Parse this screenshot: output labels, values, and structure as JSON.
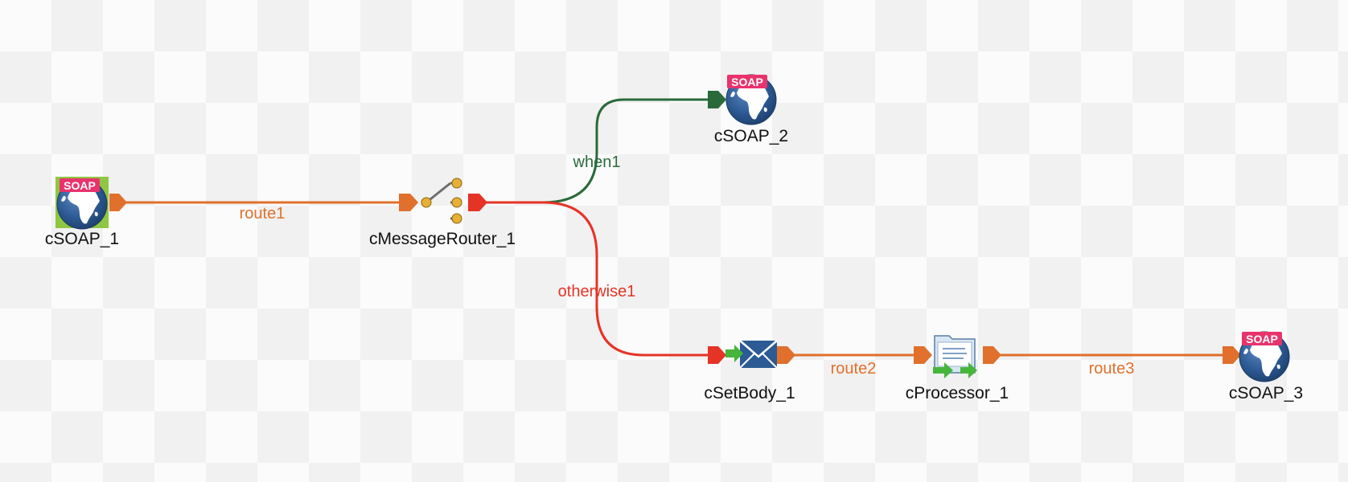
{
  "colors": {
    "route": "#e0702c",
    "when": "#2a6a3a",
    "otherwise": "#e53426",
    "soap_badge": "#e8336d",
    "globe": "#2c5a93",
    "selected_bg": "#8fc642",
    "connector_green": "#46b63b"
  },
  "nodes": {
    "csoap1": {
      "label": "cSOAP_1",
      "icon": "soap-globe-icon",
      "badge": "SOAP",
      "selected": true
    },
    "router": {
      "label": "cMessageRouter_1",
      "icon": "message-router-icon"
    },
    "csoap2": {
      "label": "cSOAP_2",
      "icon": "soap-globe-icon",
      "badge": "SOAP"
    },
    "setbody": {
      "label": "cSetBody_1",
      "icon": "envelope-icon"
    },
    "processor": {
      "label": "cProcessor_1",
      "icon": "processor-folder-icon"
    },
    "csoap3": {
      "label": "cSOAP_3",
      "icon": "soap-globe-icon",
      "badge": "SOAP"
    }
  },
  "connections": {
    "route1": {
      "label": "route1",
      "kind": "route",
      "from": "cSOAP_1",
      "to": "cMessageRouter_1"
    },
    "when1": {
      "label": "when1",
      "kind": "when",
      "from": "cMessageRouter_1",
      "to": "cSOAP_2"
    },
    "otherwise1": {
      "label": "otherwise1",
      "kind": "otherwise",
      "from": "cMessageRouter_1",
      "to": "cSetBody_1"
    },
    "route2": {
      "label": "route2",
      "kind": "route",
      "from": "cSetBody_1",
      "to": "cProcessor_1"
    },
    "route3": {
      "label": "route3",
      "kind": "route",
      "from": "cProcessor_1",
      "to": "cSOAP_3"
    }
  }
}
